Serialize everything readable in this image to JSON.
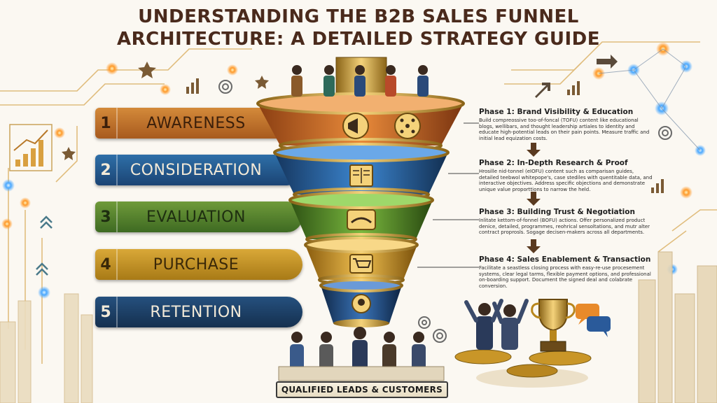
{
  "title": {
    "line1": "UNDERSTANDING THE B2B SALES FUNNEL",
    "line2": "ARCHITECTURE: A DETAILED STRATEGY GUIDE"
  },
  "stages": [
    {
      "num": "1",
      "label": "AWARENESS",
      "color": "#c27a30"
    },
    {
      "num": "2",
      "label": "CONSIDERATION",
      "color": "#2a5f94"
    },
    {
      "num": "3",
      "label": "EVALUATION",
      "color": "#5f8a32"
    },
    {
      "num": "4",
      "label": "PURCHASE",
      "color": "#c99628"
    },
    {
      "num": "5",
      "label": "RETENTION",
      "color": "#1f4468"
    }
  ],
  "phases": [
    {
      "title": "Phase 1: Brand Visibility & Education",
      "body": "Build compreossive too-of-foncal (TOFU) content like educational blogs, wellibars, and thought leadership artiales to identity and educate high-potential leads on their pain points. Measure traffic and initial lead equization costs."
    },
    {
      "title": "Phase 2: In-Depth Research & Proof",
      "body": "Hrosille nid-tonnel (eIOFU) content such as comparisan guides, detailed teebwol whitepope's, case stediles with quentitable data, and interactive objectives. Address specific objections and demonstrate unique value proporttions to narrow the held."
    },
    {
      "title": "Phase 3: Building Trust & Negotiation",
      "body": "Inlitate kettom-of-fonnel (BOFU) actions. Offer personalized product denice, detailed, programmes, reohrical sensoltations, and mutr alter contract proprosls. Sogage decisen-makers across all departments."
    },
    {
      "title": "Phase 4: Sales Enablement & Transaction",
      "body": "Facilitate a seastless closing process with easy-re-use procesement systems, clear legal tarms, flexible payment options, and professional on-boarding support. Document the signed deal and colabrate conversion."
    }
  ],
  "footer_label": "QUALIFIED LEADS & CUSTOMERS",
  "colors": {
    "accent_gold": "#d9a838",
    "title_brown": "#4a2a1c",
    "circuit_gold": "#e0b060",
    "glow_orange": "#ff9a2a",
    "glow_blue": "#4aa8ff"
  },
  "icons": [
    "megaphone-icon",
    "network-icon",
    "book-icon",
    "gears-icon",
    "handshake-icon",
    "cart-icon",
    "support-agent-icon",
    "trophy-icon",
    "chat-bubble-icon",
    "bar-chart-icon",
    "line-chart-icon",
    "gear-icon",
    "star-icon",
    "down-arrow-icon",
    "chevron-up-icon"
  ]
}
